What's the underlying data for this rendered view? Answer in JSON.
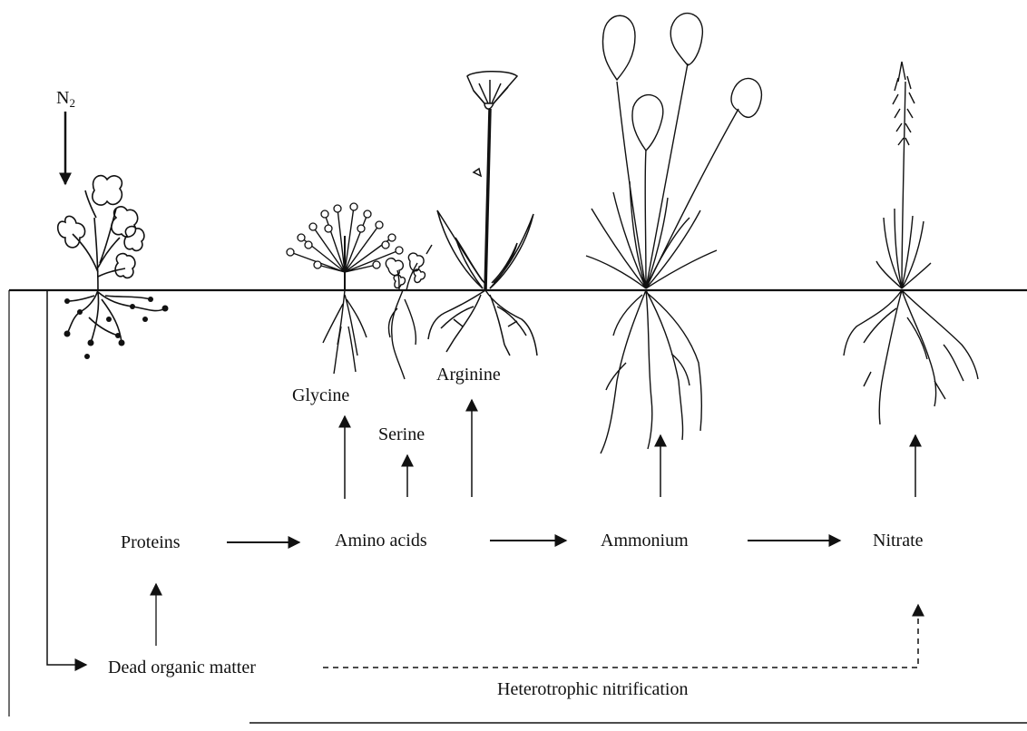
{
  "labels": {
    "n2": "N",
    "n2_subscript": "2",
    "glycine": "Glycine",
    "serine": "Serine",
    "arginine": "Arginine",
    "proteins": "Proteins",
    "amino_acids": "Amino acids",
    "ammonium": "Ammonium",
    "nitrate": "Nitrate",
    "dead_organic_matter": "Dead organic matter",
    "heterotrophic_nitrification": "Heterotrophic nitrification"
  },
  "colors": {
    "ink": "#111111",
    "background": "#ffffff"
  }
}
